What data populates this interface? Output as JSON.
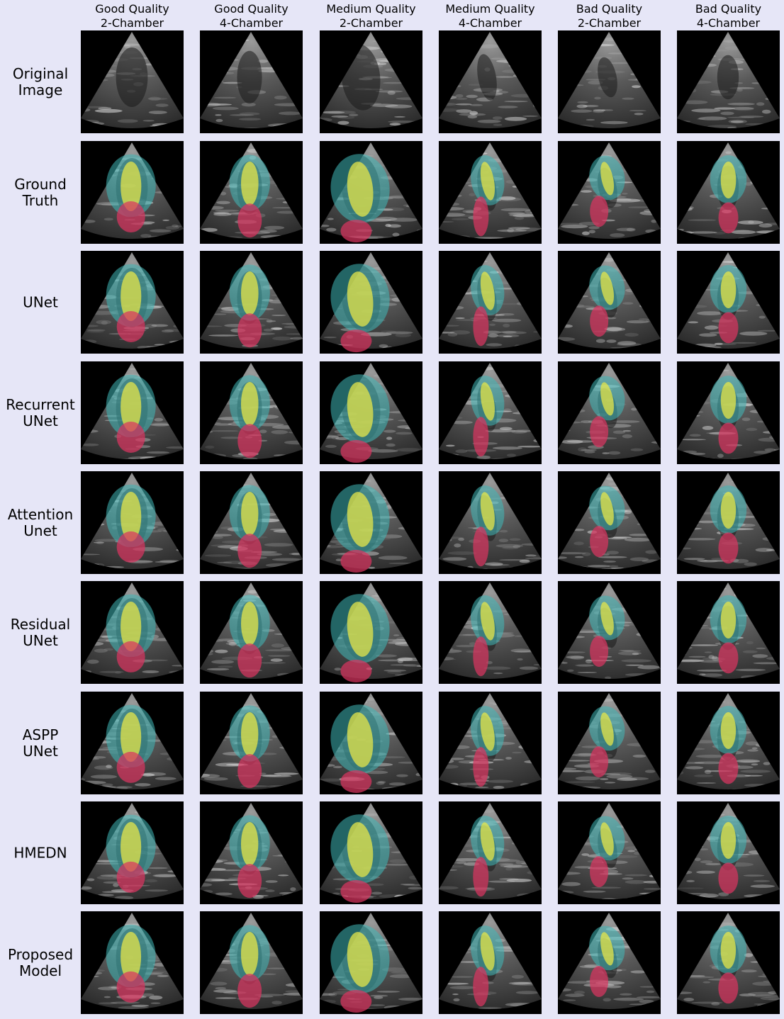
{
  "columns": [
    {
      "line1": "Good Quality",
      "line2": "2-Chamber"
    },
    {
      "line1": "Good Quality",
      "line2": "4-Chamber"
    },
    {
      "line1": "Medium Quality",
      "line2": "2-Chamber"
    },
    {
      "line1": "Medium Quality",
      "line2": "4-Chamber"
    },
    {
      "line1": "Bad Quality",
      "line2": "2-Chamber"
    },
    {
      "line1": "Bad Quality",
      "line2": "4-Chamber"
    }
  ],
  "rows": [
    {
      "line1": "Original",
      "line2": "Image",
      "overlay": false
    },
    {
      "line1": "Ground",
      "line2": "Truth",
      "overlay": true
    },
    {
      "line1": "UNet",
      "line2": "",
      "overlay": true
    },
    {
      "line1": "Recurrent",
      "line2": "UNet",
      "overlay": true
    },
    {
      "line1": "Attention",
      "line2": "Unet",
      "overlay": true
    },
    {
      "line1": "Residual",
      "line2": "UNet",
      "overlay": true
    },
    {
      "line1": "ASPP",
      "line2": "UNet",
      "overlay": true
    },
    {
      "line1": "HMEDN",
      "line2": "",
      "overlay": true
    },
    {
      "line1": "Proposed",
      "line2": "Model",
      "overlay": true
    }
  ],
  "colors": {
    "background": "#e6e6f7",
    "myocardium": "#3fb8b8",
    "left_ventricle": "#e6e64a",
    "left_atrium": "#d8345f"
  }
}
